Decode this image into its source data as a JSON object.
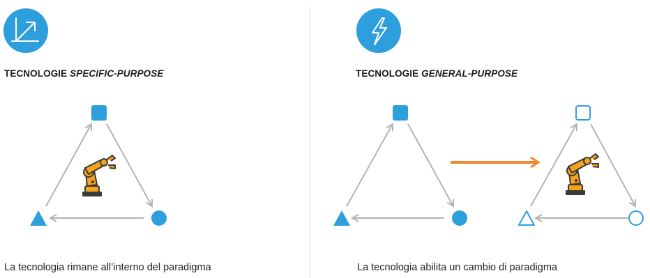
{
  "colors": {
    "accent_blue": "#2d9fdd",
    "arrow_gray": "#b3b3b3",
    "orange_arrow": "#f08a2a",
    "robot_orange": "#f6a21a",
    "robot_dark": "#3a3a3a"
  },
  "left": {
    "icon": "trend-line-icon",
    "title_prefix": "TECNOLOGIE ",
    "title_emphasis": "SPECIFIC-PURPOSE",
    "caption": "La tecnologia rimane all’interno del paradigma"
  },
  "right": {
    "icon": "lightning-bolt-icon",
    "title_prefix": "TECNOLOGIE ",
    "title_emphasis": "GENERAL-PURPOSE",
    "caption": "La tecnologia abilita  un cambio di paradigma"
  }
}
